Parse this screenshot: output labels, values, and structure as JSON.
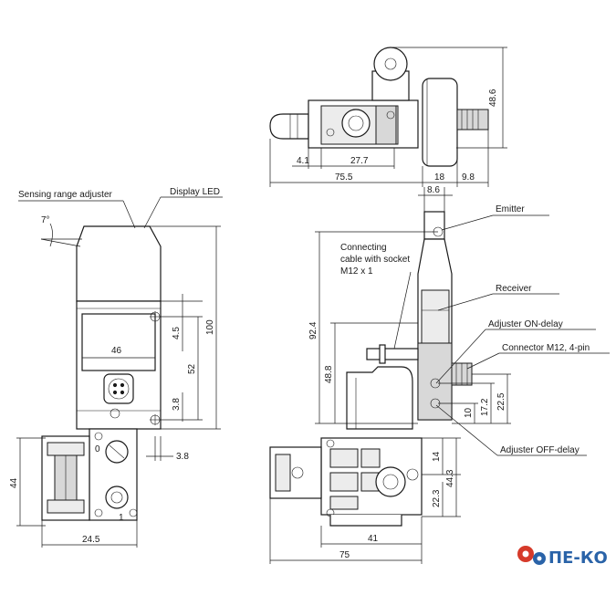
{
  "labels": {
    "sensing_range_adjuster": "Sensing range adjuster",
    "display_led": "Display LED",
    "emitter": "Emitter",
    "connecting_cable_1": "Connecting",
    "connecting_cable_2": "cable with socket",
    "connecting_cable_3": "M12 x 1",
    "receiver": "Receiver",
    "adjuster_on_delay": "Adjuster ON-delay",
    "connector_m12": "Connector M12, 4-pin",
    "adjuster_off_delay": "Adjuster OFF-delay"
  },
  "dimensions": {
    "top_48_6": "48.6",
    "top_4_1": "4.1",
    "top_27_7": "27.7",
    "top_75_5": "75.5",
    "top_18": "18",
    "top_9_8": "9.8",
    "front_angle": "7°",
    "front_100": "100",
    "front_46": "46",
    "front_4_5": "4.5",
    "front_52": "52",
    "front_3_8a": "3.8",
    "front_3_8b": "3.8",
    "front_44": "44",
    "front_24_5": "24.5",
    "side_8_6": "8.6",
    "side_92_4": "92.4",
    "side_48_8": "48.8",
    "side_22_5": "22.5",
    "side_17_2": "17.2",
    "side_10": "10",
    "side_14": "14",
    "side_44_3": "44.3",
    "side_22_3": "22.3",
    "side_41": "41",
    "side_75": "75"
  },
  "part_markings": {
    "zero": "0",
    "one": "1"
  },
  "logo": {
    "text": "ПЕ-КО",
    "color": "#2a63a8",
    "accent": "#d63a2a"
  }
}
